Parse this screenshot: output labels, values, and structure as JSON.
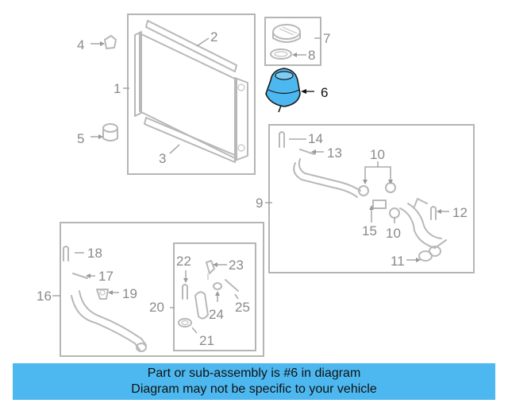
{
  "callouts": {
    "c1": "1",
    "c2": "2",
    "c3": "3",
    "c4": "4",
    "c5": "5",
    "c6": "6",
    "c7": "7",
    "c8": "8",
    "c9": "9",
    "c10a": "10",
    "c10b": "10",
    "c11": "11",
    "c12": "12",
    "c13": "13",
    "c14": "14",
    "c15": "15",
    "c16": "16",
    "c17": "17",
    "c18": "18",
    "c19": "19",
    "c20": "20",
    "c21": "21",
    "c22": "22",
    "c23": "23",
    "c24": "24",
    "c25": "25"
  },
  "highlight": {
    "part_number": "6",
    "color": "#4db8f0"
  },
  "banner": {
    "line1": "Part or sub-assembly is #6 in diagram",
    "line2": "Diagram may not be specific to your vehicle",
    "color": "#4db8f0"
  }
}
